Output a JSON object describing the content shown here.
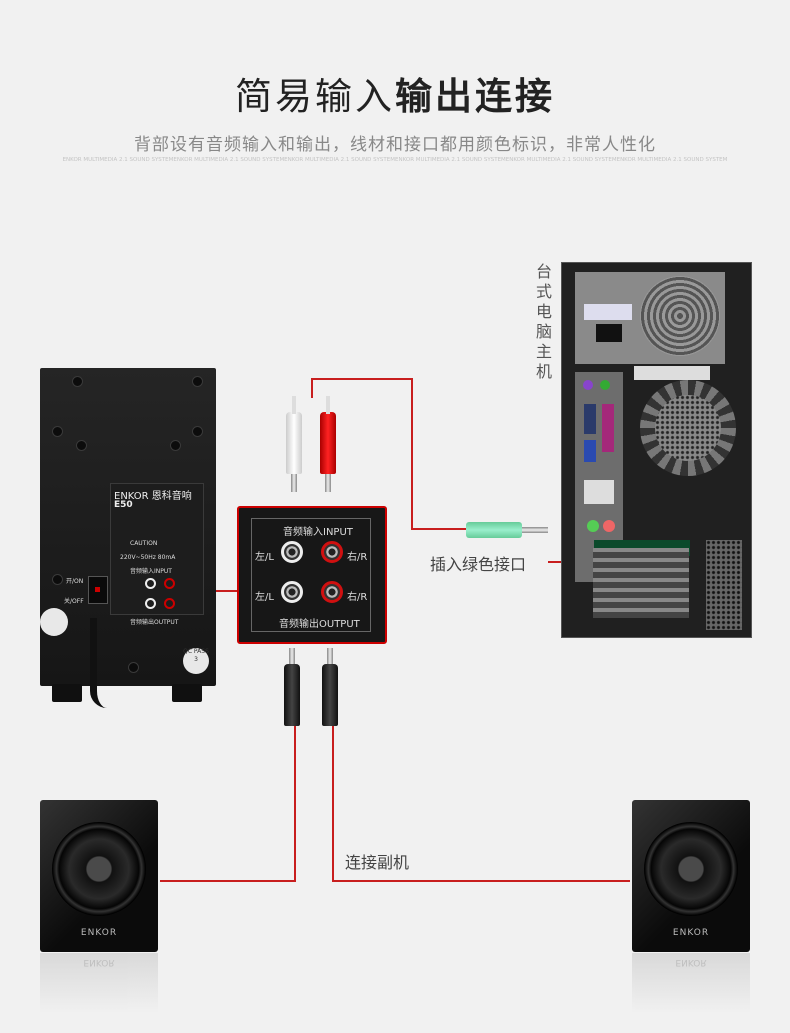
{
  "header": {
    "title_light": "简易输入",
    "title_bold": "输出连接",
    "subtitle": "背部设有音频输入和输出，线材和接口都用颜色标识，非常人性化",
    "tagline": "ENKOR MULTIMEDIA 2.1 SOUND SYSTEMENKOR MULTIMEDIA 2.1 SOUND SYSTEMENKOR MULTIMEDIA 2.1 SOUND SYSTEMENKOR MULTIMEDIA 2.1 SOUND SYSTEMENKOR MULTIMEDIA 2.1 SOUND SYSTEMENKOR MULTIMEDIA 2.1 SOUND SYSTEM"
  },
  "labels": {
    "pc_host": "台式电脑主机",
    "insert_green": "插入绿色接口",
    "connect_satellite": "连接副机"
  },
  "speaker_back": {
    "brand": "ENKOR 恩科音响",
    "model": "E50",
    "switch_on": "开/ON",
    "switch_off": "关/OFF",
    "caution": "CAUTION",
    "power_spec": "220V~50Hz 80mA",
    "qc": "QC PASS 3"
  },
  "zoom_panel": {
    "input_label": "音频输入INPUT",
    "output_label": "音频输出OUTPUT",
    "left_1": "左/L",
    "right_1": "右/R",
    "left_2": "左/L",
    "right_2": "右/R"
  },
  "satellite": {
    "brand_left": "ENKOR",
    "brand_right": "ENKOR"
  },
  "colors": {
    "connector_line": "#c81e1e",
    "panel_border": "#cc0000",
    "green_jack": "#66cc99"
  }
}
